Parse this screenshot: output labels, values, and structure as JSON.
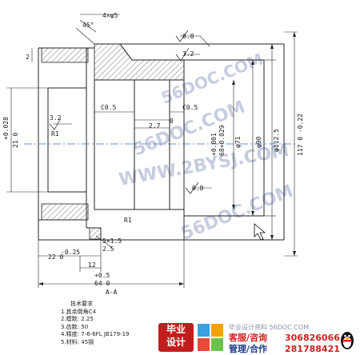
{
  "drawing": {
    "dims": {
      "chamfer_hole": "4×φ5",
      "dim_angle": "45°",
      "dim_2": "2",
      "rough_08_top": "0.8",
      "rough_32_top": "3.2",
      "chamfer_left": "C0.5",
      "chamfer_right": "C0.5",
      "offset_27": "2.7",
      "offset_0": "0",
      "tol_up": "+0.001",
      "tol_68": "68+0.029",
      "dia_71": "φ71",
      "dia_90": "φ90",
      "dia_1125": "φ112.5",
      "dia_117": "117 0 -0.22",
      "bore_0028": "+0.028",
      "bore_21": "21 0",
      "r1": "R1",
      "r1_bottom": "R1",
      "rough_32_left": "3.2",
      "rough_08_mid": "0.8",
      "r5": "5×1.5",
      "len_25": "2.5",
      "tol_025": "-0.25",
      "len_22": "22 0",
      "len_12": "12",
      "tol_05": "+0.5",
      "len_64": "64 0",
      "section": "A-A"
    },
    "watermarks": {
      "w1": "56DOC.COM",
      "w2": "WWW.2BYSJ.COM",
      "w3": "56DOC.COM",
      "w4": "56DOC.COM"
    }
  },
  "notes": {
    "title": "技术要求",
    "lines": [
      "1.其余倒角C4",
      "2.模数: 2.25",
      "3.齿数: 50",
      "4.精度: 7-6-6FL JB179-19",
      "5.材料: 45钢"
    ]
  },
  "banner": {
    "logo_text_1": "毕业",
    "logo_text_2": "设计",
    "site": "毕业设计资料 56DOC.COM",
    "svc_1": "客服/咨询",
    "svc_2": "管理/合作",
    "qq_1": "306826066",
    "qq_2": "281788421"
  }
}
